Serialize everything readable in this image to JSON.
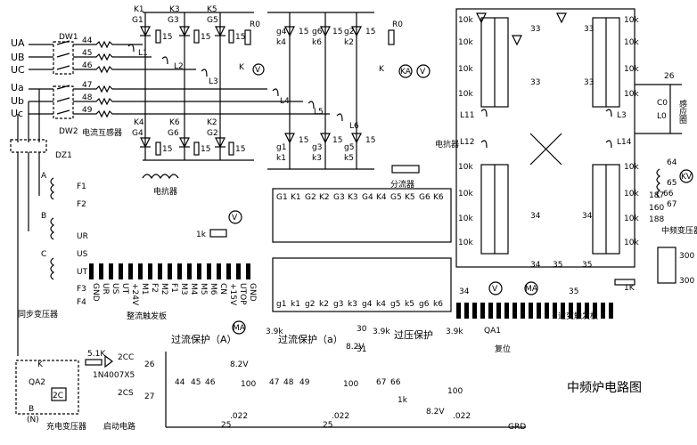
{
  "title": "中频炉电路图",
  "inputs": [
    "UA",
    "UB",
    "UC",
    "Ua",
    "Ub",
    "Uc"
  ],
  "breakers": [
    "DW1",
    "DW2",
    "DZ1",
    "QA1",
    "QA2",
    "K"
  ],
  "main_labels": {
    "ct": "电流互感器",
    "reactor1": "电抗器",
    "reactor2": "电抗器",
    "shunt": "分流器",
    "sync_xfmr": "同步变压器",
    "rect_board": "整流触发板",
    "inv_board": "逆变触发板",
    "ocp_a": "过流保护（A）",
    "ocp_a2": "过流保护（a）",
    "ovp": "过压保护",
    "charge_xfmr": "充电变压器",
    "start": "启动电路",
    "mf_xfmr": "中频变压器",
    "inductor": "感应圈",
    "reset": "复位",
    "grd": "GRD"
  },
  "ct_numbers": [
    "44",
    "45",
    "46",
    "47",
    "48",
    "49"
  ],
  "upper_rect": {
    "scr": [
      "K1",
      "G1",
      "K3",
      "G3",
      "K5",
      "G5",
      "K4",
      "G4",
      "K6",
      "G6",
      "K2",
      "G2"
    ],
    "r15": "15",
    "r0": "R0"
  },
  "inverter": {
    "r10k": "10k",
    "r33": "33",
    "r34": "34",
    "r35": "35",
    "L": [
      "L11",
      "L12",
      "L3",
      "L14"
    ],
    "c0": "C0",
    "l0": "L0",
    "n26": "26"
  },
  "gate_board": {
    "top": [
      "G1",
      "K1",
      "G2",
      "K2",
      "G3",
      "K3",
      "G4",
      "K4",
      "G5",
      "K5",
      "G6",
      "K6"
    ],
    "bottom": [
      "g1",
      "k1",
      "g2",
      "k2",
      "g3",
      "k3",
      "g4",
      "k4",
      "g5",
      "k5",
      "g6",
      "k6"
    ]
  },
  "sync_pins": [
    "F1",
    "F2",
    "UR",
    "US",
    "UT",
    "F3",
    "F4"
  ],
  "board_pins": [
    "GND",
    "UR",
    "US",
    "UT",
    "+24V",
    "M1",
    "F2",
    "M2",
    "F1",
    "M3",
    "M4",
    "M5",
    "M6",
    "CN",
    "+15V",
    "UTOP",
    "GND"
  ],
  "meters": [
    "V",
    "V",
    "KA",
    "V",
    "MA",
    "MA",
    "KV"
  ],
  "protect": {
    "r39k": "3.9k",
    "z82": "8.2V",
    "r100": "100",
    "r1k": "1k",
    "c022": ".022",
    "n25": "25",
    "n30": "30",
    "n31": "31"
  },
  "start_circ": {
    "r51k": "5.1K",
    "diode": "1N4007X5",
    "c2cc": "2CC",
    "c2cs": "2CS",
    "c2c": "2C",
    "n26": "26",
    "n27": "27",
    "b": "B",
    "n": "(N)"
  },
  "xfmr_nums": [
    "64",
    "65",
    "66",
    "67",
    "187",
    "160",
    "188"
  ],
  "res_1k": "1K",
  "n300": "300"
}
